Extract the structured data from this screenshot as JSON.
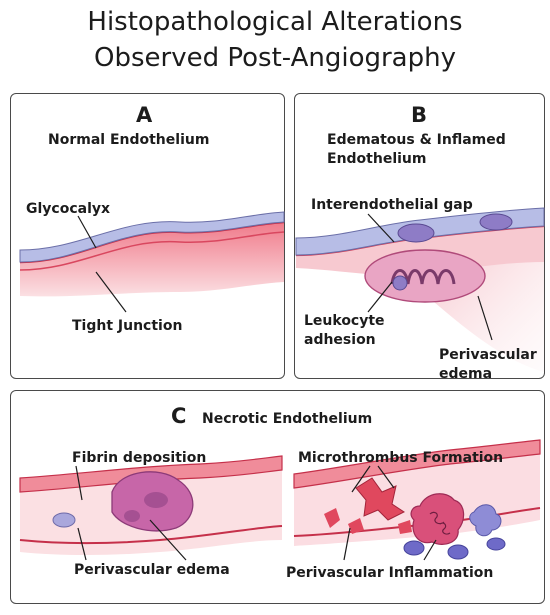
{
  "title_lines": [
    "Histopathological Alterations",
    "Observed Post-Angiography"
  ],
  "panel_a": {
    "letter": "A",
    "heading": "Normal Endothelium",
    "labels": {
      "glycocalyx": "Glycocalyx",
      "tight_junction": "Tight Junction"
    }
  },
  "panel_b": {
    "letter": "B",
    "heading_lines": [
      "Edematous & Inflamed",
      "Endothelium"
    ],
    "labels": {
      "gap": "Interendothelial gap",
      "leukocyte_lines": [
        "Leukocyte",
        "adhesion"
      ],
      "edema_lines": [
        "Perivascular",
        "edema"
      ]
    }
  },
  "panel_c": {
    "letter": "C",
    "heading": "Necrotic Endothelium",
    "labels": {
      "fibrin": "Fibrin deposition",
      "edema": "Perivascular edema",
      "microthrombus": "Microthrombus Formation",
      "inflammation": "Perivascular Inflammation"
    }
  },
  "colors": {
    "vessel_wall": "#e9566c",
    "lumen_light": "#f9d3d8",
    "glycocalyx": "#b7bde6",
    "cell_violet": "#8e7cc6",
    "thrombus": "#e0485e",
    "border": "#4a4a4a"
  }
}
